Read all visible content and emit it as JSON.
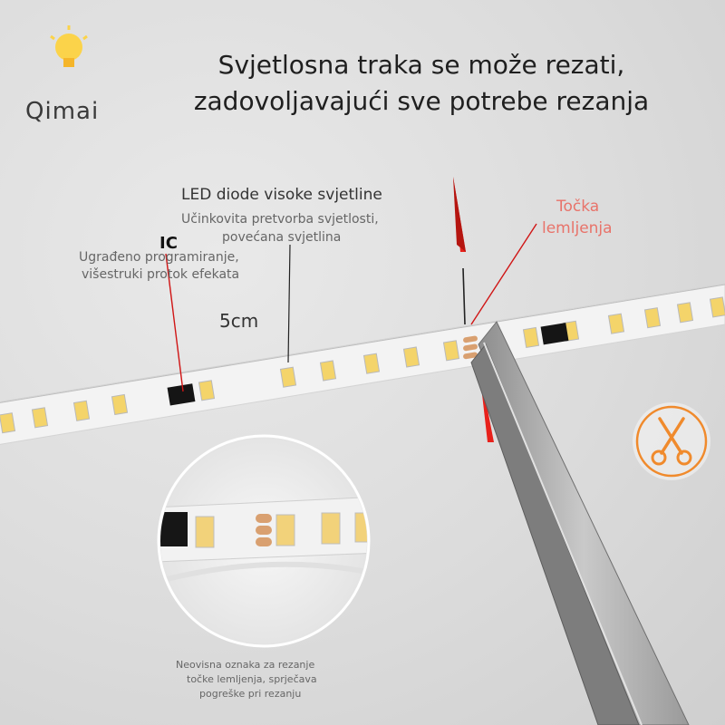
{
  "brand": {
    "name": "Qimai",
    "logo_color": "#3b8fe0"
  },
  "headline": {
    "line1": "Svjetlosna traka se može rezati,",
    "line2": "zadovoljavajući sve potrebe rezanja"
  },
  "callouts": {
    "led": {
      "title": "LED diode visoke svjetline",
      "sub1": "Učinkovita pretvorba svjetlosti,",
      "sub2": "povećana svjetlina"
    },
    "ic": {
      "title": "IC",
      "sub1": "Ugrađeno programiranje,",
      "sub2": "višestruki protok efekata"
    },
    "segment_length": "5cm",
    "solder_point": {
      "line1": "Točka",
      "line2": "lemljenja"
    },
    "cut_note": {
      "line1": "Neovisna oznaka za rezanje",
      "line2": "točke lemljenja, sprječava",
      "line3": "pogreške pri rezanju"
    }
  },
  "icons": {
    "logo": "lightbulb-icon",
    "cut": "scissors-icon"
  },
  "colors": {
    "accent_orange": "#f08a2c",
    "arrow_red": "#e8211b",
    "callout_pink": "#e8736a",
    "solder_pad": "#d9a070",
    "led_yellow": "#f4d46a"
  }
}
